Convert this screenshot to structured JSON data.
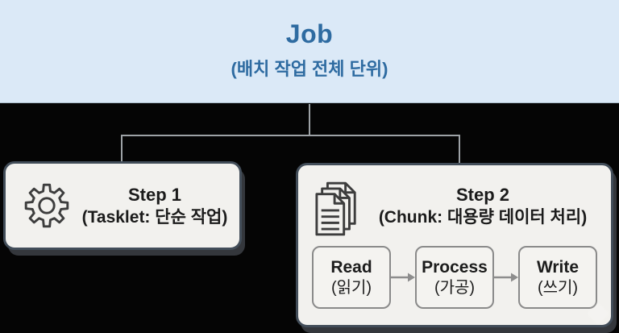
{
  "job": {
    "title": "Job",
    "subtitle": "(배치 작업 전체 단위)"
  },
  "steps": [
    {
      "id": "step1",
      "icon": "gear-icon",
      "title": "Step 1",
      "subtitle": "(Tasklet: 단순 작업)"
    },
    {
      "id": "step2",
      "icon": "documents-icon",
      "title": "Step 2",
      "subtitle": "(Chunk: 대용량 데이터 처리)",
      "flow": [
        {
          "label": "Read",
          "sublabel": "(읽기)"
        },
        {
          "label": "Process",
          "sublabel": "(가공)"
        },
        {
          "label": "Write",
          "sublabel": "(쓰기)"
        }
      ]
    }
  ],
  "icons": {
    "arrow": "arrow-right-icon",
    "watermark": "diamond-watermark"
  },
  "colors": {
    "header_bg": "#dbe9f7",
    "header_text": "#2e6ba1",
    "canvas_bg": "#050505",
    "card_fill": "#f2f1ee",
    "card_border": "#424d59",
    "inner_node_border": "#8a8a8a",
    "connector_line": "#9da2a6",
    "arrow": "#8d8d8d",
    "body_text": "#1b1b1b"
  }
}
